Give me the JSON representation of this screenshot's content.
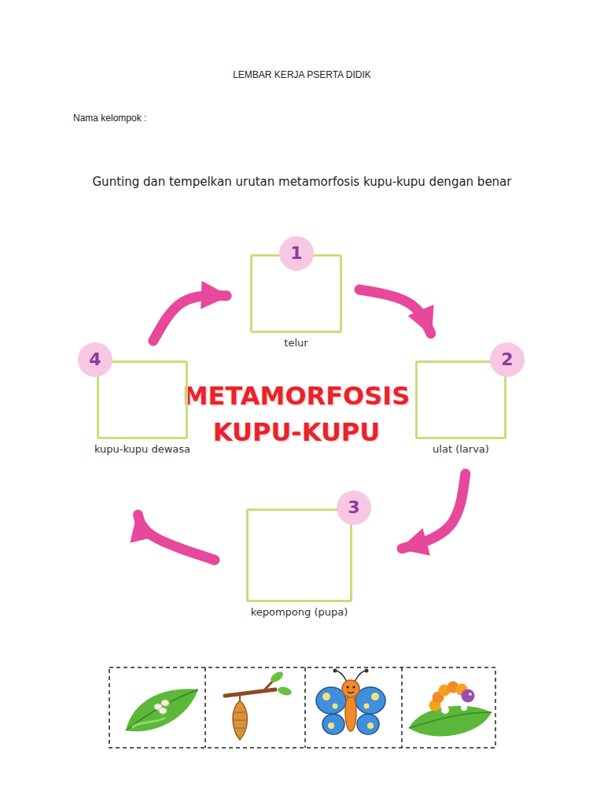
{
  "diagram": {
    "title": "LEMBAR KERJA PSERTA DIDIK",
    "nodes": [
      {
        "text": [
          "telur"
        ]
      },
      {
        "text": [
          "1"
        ],
        "in": 0
      },
      {
        "text": [
          "ulat (larva)"
        ]
      },
      {
        "text": [
          "2"
        ],
        "in": 2
      },
      {
        "text": [
          "kepompong (pupa)"
        ]
      },
      {
        "text": [
          "3"
        ],
        "in": 4
      },
      {
        "text": [
          "kupu-kupu dewasa"
        ]
      },
      {
        "text": [
          "4"
        ],
        "in": 6
      }
    ],
    "edges": [
      {
        "from": 0,
        "to": 2,
        "arrow": "to"
      },
      {
        "from": 2,
        "to": 4,
        "arrow": "to"
      },
      {
        "from": 4,
        "to": 6,
        "arrow": "to"
      },
      {
        "from": 6,
        "to": 0,
        "arrow": "to"
      }
    ],
    "labels": [
      "Nama kelompok :",
      "Gunting dan tempelkan urutan metamorfosis kupu-kupu dengan benar",
      "METAMORFOSIS KUPU-KUPU"
    ]
  }
}
